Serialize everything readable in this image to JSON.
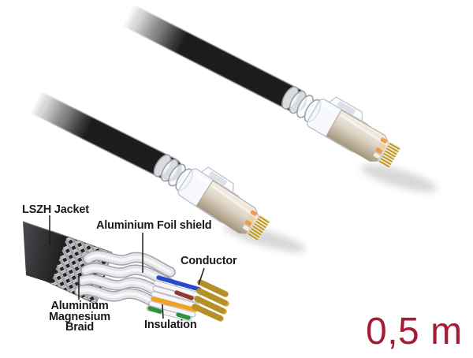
{
  "product": {
    "length_label": "0,5 m"
  },
  "diagram": {
    "jacket_label": "LSZH Jacket",
    "foil_label": "Aluminium Foil shield",
    "conductor_label": "Conductor",
    "braid_label": "Aluminium Magnesium Braid",
    "insulation_label": "Insulation"
  },
  "colors": {
    "length_text": "#A21D33",
    "label_text": "#1a1a1a",
    "cable_jacket": "#1B1B1D",
    "connector_shield_metal": "#D9D1C2",
    "conductor_gold": "#D2AD3A",
    "wire_blue": "#2749CC",
    "wire_brown": "#8C3B2E",
    "wire_orange": "#F2A11C",
    "wire_green": "#2E9140",
    "wire_white": "#F6F6F8"
  }
}
